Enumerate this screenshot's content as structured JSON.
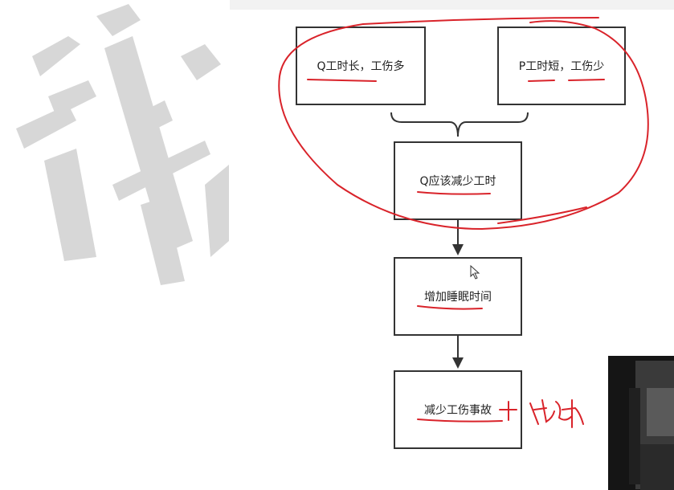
{
  "flowchart": {
    "boxes": {
      "q_hours": "Q工时长，工伤多",
      "p_hours": "P工时短，工伤少",
      "conclusion": "Q应该减少工时",
      "sleep": "增加睡眠时间",
      "accidents": "减少工伤事故"
    }
  },
  "annotations": {
    "color": "#d9232a"
  },
  "video_thumbnail": {
    "color": "#1a1a1a"
  }
}
